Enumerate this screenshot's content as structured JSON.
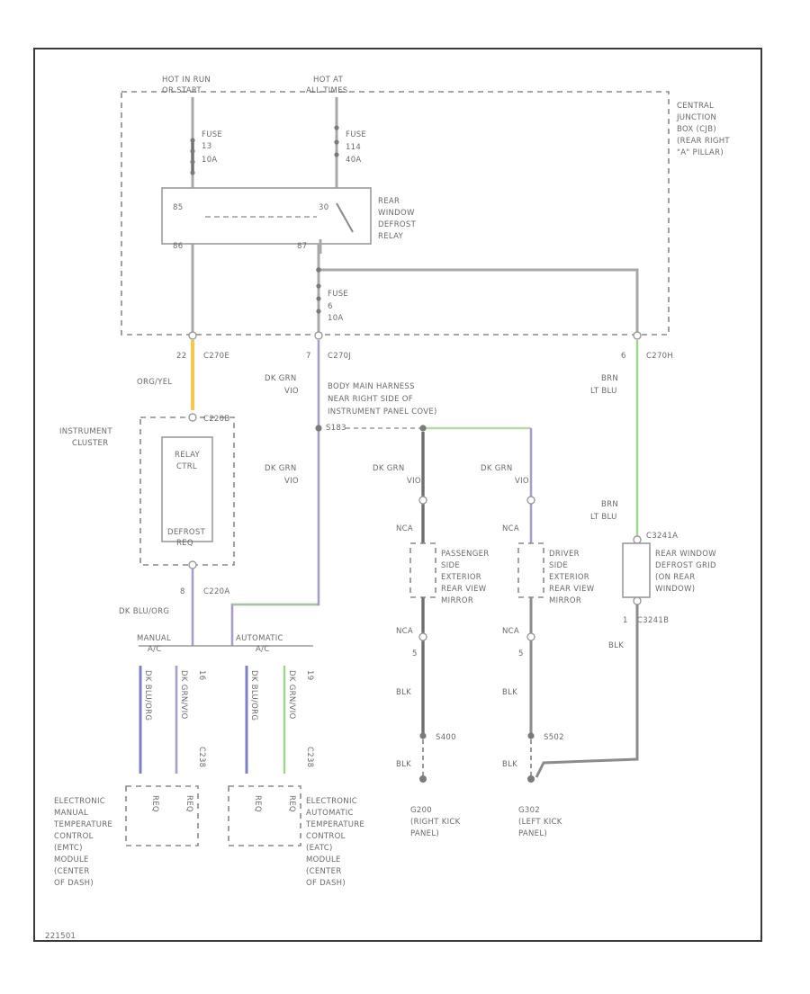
{
  "labels": {
    "hot_run": [
      "HOT IN RUN",
      "OR START"
    ],
    "hot_all": [
      "HOT AT",
      "ALL TIMES"
    ],
    "cjb": [
      "CENTRAL",
      "JUNCTION",
      "BOX (CJB)",
      "(REAR RIGHT",
      "\"A\" PILLAR)"
    ],
    "fuse_left": [
      "FUSE",
      "13",
      "10A"
    ],
    "fuse_right": [
      "FUSE",
      "114",
      "40A"
    ],
    "fuse_mid": [
      "FUSE",
      "6",
      "10A"
    ],
    "relay": [
      "REAR",
      "WINDOW",
      "DEFROST",
      "RELAY"
    ],
    "relay_pins": [
      "85",
      "86",
      "30",
      "87"
    ],
    "conn_c270e": [
      "22",
      "C270E"
    ],
    "conn_c270j": [
      "7",
      "C270J"
    ],
    "conn_c270h": [
      "6",
      "C270H"
    ],
    "wire_org_yel": "ORG/YEL",
    "wire_dk_grn_1": [
      "DK GRN",
      "VIO"
    ],
    "wire_dk_grn_2": [
      "DK GRN",
      "VIO"
    ],
    "wire_brn_ltblu_1": [
      "BRN",
      "LT BLU"
    ],
    "wire_brn_ltblu_2": [
      "BRN",
      "LT BLU"
    ],
    "body_harness": [
      "BODY MAIN HARNESS",
      "NEAR RIGHT SIDE OF",
      "INSTRUMENT PANEL COVE)"
    ],
    "splice": "S183",
    "instrument_cluster": [
      "INSTRUMENT",
      "CLUSTER"
    ],
    "cluster_conn": "C220B",
    "relay_ctrl": [
      "RELAY",
      "CTRL"
    ],
    "defrost_req": [
      "DEFROST",
      "REQ"
    ],
    "conn_c220a": [
      "8",
      "C220A"
    ],
    "wire_dk_blu_org": "DK BLU/ORG",
    "manual_atc": [
      "MANUAL",
      "A/C"
    ],
    "auto_atc": [
      "AUTOMATIC",
      "A/C"
    ],
    "passenger_mirror": [
      "PASSENGER",
      "SIDE",
      "EXTERIOR",
      "REAR VIEW",
      "MIRROR"
    ],
    "driver_mirror": [
      "DRIVER",
      "SIDE",
      "EXTERIOR",
      "REAR VIEW",
      "MIRROR"
    ],
    "rear_grid": [
      "REAR WINDOW",
      "DEFROST GRID",
      "(ON REAR",
      "WINDOW)"
    ],
    "conn_c3241a": "C3241A",
    "conn_c3241b": [
      "1",
      "C3241B"
    ],
    "dk_grn_mirror_1": [
      "DK GRN",
      "VIO"
    ],
    "dk_grn_mirror_2": [
      "DK GRN",
      "VIO"
    ],
    "nca": "NCA",
    "pin_5": "5",
    "blk": "BLK",
    "s400": "S400",
    "s502": "S502",
    "g200": [
      "G200",
      "(RIGHT KICK",
      "PANEL)"
    ],
    "g302": [
      "G302",
      "(LEFT KICK",
      "PANEL)"
    ],
    "emtc": [
      "ELECTRONIC",
      "MANUAL",
      "TEMPERATURE",
      "CONTROL",
      "(EMTC)",
      "MODULE",
      "(CENTER",
      "OF DASH)"
    ],
    "eatc": [
      "ELECTRONIC",
      "AUTOMATIC",
      "TEMPERATURE",
      "CONTROL",
      "(EATC)",
      "MODULE",
      "(CENTER",
      "OF DASH)"
    ],
    "manual_pins": [
      "16",
      "C238",
      "C238"
    ],
    "manual_vert": [
      "DK BLU/ORG",
      "DK GRN/VIO"
    ],
    "auto_pins": [
      "19",
      "C238",
      "C238"
    ],
    "auto_vert": [
      "DK BLU/ORG",
      "DK GRN/VIO"
    ],
    "module_tags": [
      "REQ",
      "REQ",
      "REQ",
      "REQ"
    ],
    "footer_id": "221501"
  }
}
